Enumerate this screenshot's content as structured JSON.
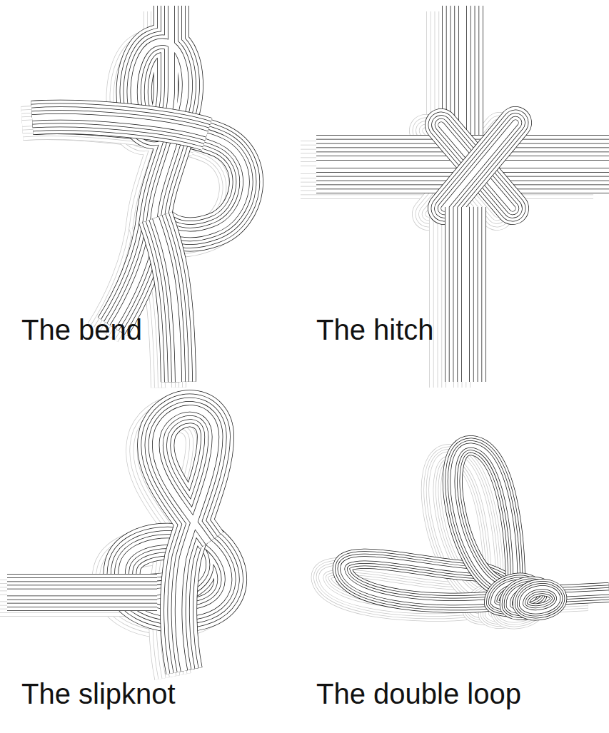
{
  "diagram": {
    "labels": [
      "The bend",
      "The hitch",
      "The slipknot",
      "The double loop"
    ]
  }
}
